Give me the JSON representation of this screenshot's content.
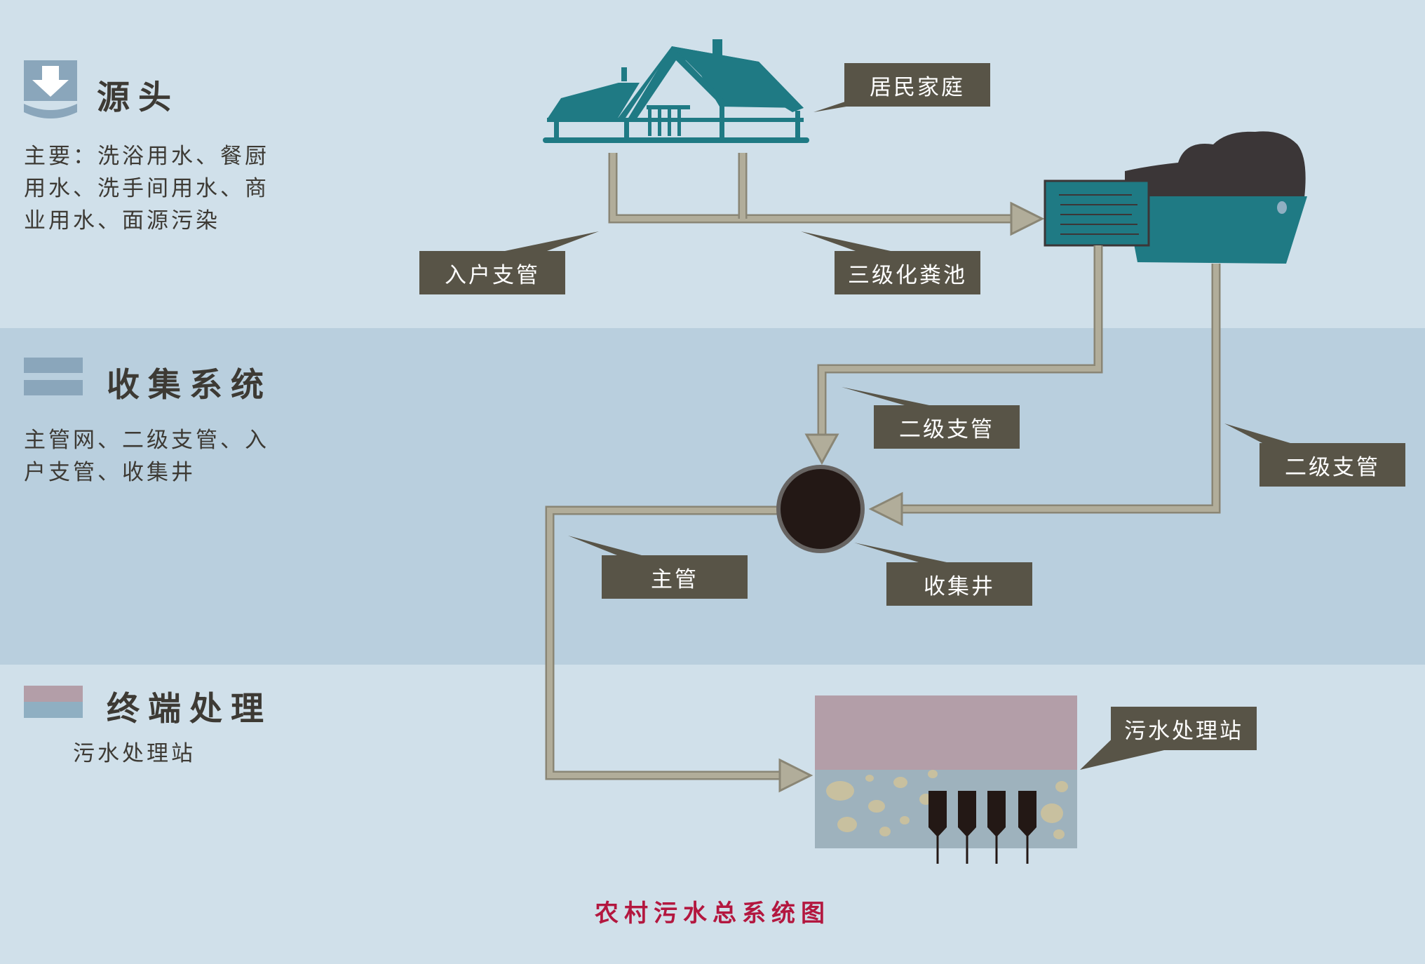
{
  "sections": {
    "source": {
      "title": "源头",
      "desc_lines": [
        "主要：洗浴用水、餐厨",
        "用水、洗手间用水、商",
        "业用水、面源污染"
      ]
    },
    "collection": {
      "title": "收集系统",
      "desc_lines": [
        "主管网、二级支管、入",
        "户支管、收集井"
      ]
    },
    "terminal": {
      "title": "终端处理",
      "desc_lines": [
        "污水处理站"
      ]
    }
  },
  "labels": {
    "household": "居民家庭",
    "house_branch_pipe": "入户支管",
    "septic_tank": "三级化粪池",
    "secondary_branch_left": "二级支管",
    "secondary_branch_right": "二级支管",
    "main_pipe": "主管",
    "collection_well": "收集井",
    "treatment_station": "污水处理站"
  },
  "caption": "农村污水总系统图",
  "colors": {
    "band_light": "#d0e0ea",
    "band_mid": "#b9cfde",
    "callout_bg": "#585447",
    "pipe": "#b1ad9a",
    "pipe_edge": "#8a8675",
    "teal": "#1f7a84",
    "well": "#231815",
    "caption": "#b3173f"
  },
  "icons": {
    "source": "down-arrow-icon",
    "collection": "double-bar-icon",
    "terminal": "layered-block-icon"
  }
}
